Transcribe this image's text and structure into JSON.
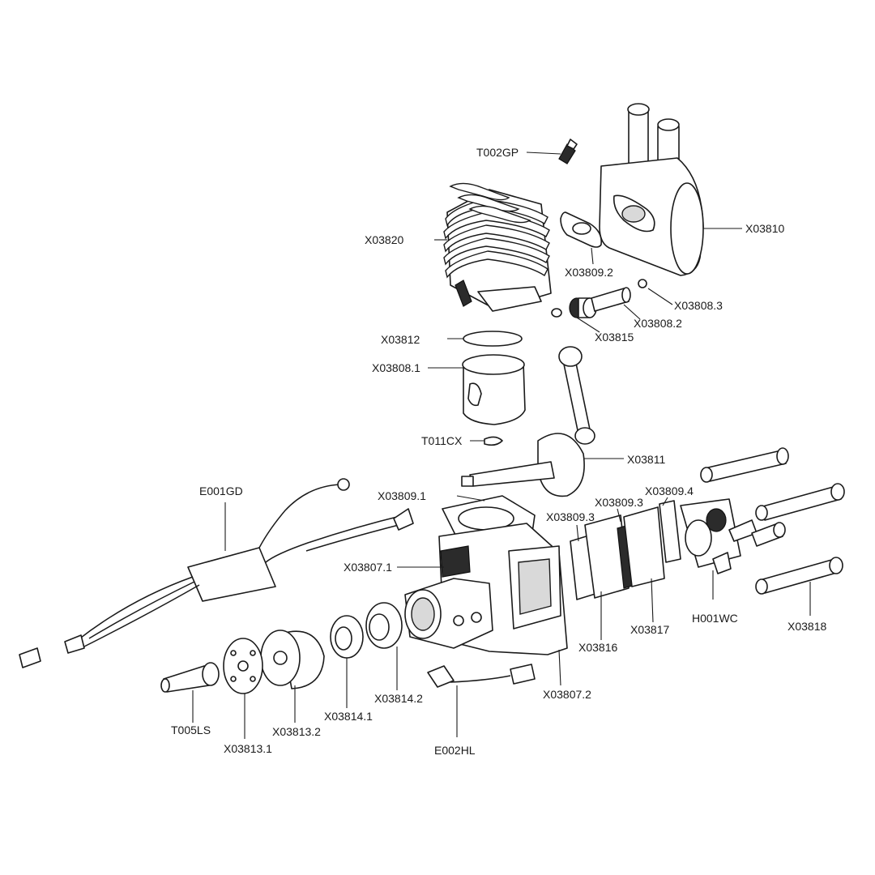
{
  "labels": {
    "t002gp": "T002GP",
    "x03820": "X03820",
    "x03810": "X03810",
    "x03809_2": "X03809.2",
    "x03808_3": "X03808.3",
    "x03815": "X03815",
    "x03808_2": "X03808.2",
    "x03812": "X03812",
    "x03808_1": "X03808.1",
    "t011cx": "T011CX",
    "x03811": "X03811",
    "e001gd": "E001GD",
    "x03809_1": "X03809.1",
    "x03809_4": "X03809.4",
    "x03809_3a": "X03809.3",
    "x03809_3b": "X03809.3",
    "x03807_1": "X03807.1",
    "h001wc": "H001WC",
    "x03818": "X03818",
    "x03817": "X03817",
    "x03816": "X03816",
    "x03814_2": "X03814.2",
    "x03807_2": "X03807.2",
    "x03814_1": "X03814.1",
    "x03813_2": "X03813.2",
    "x03813_1": "X03813.1",
    "t005ls": "T005LS",
    "e002hl": "E002HL"
  }
}
